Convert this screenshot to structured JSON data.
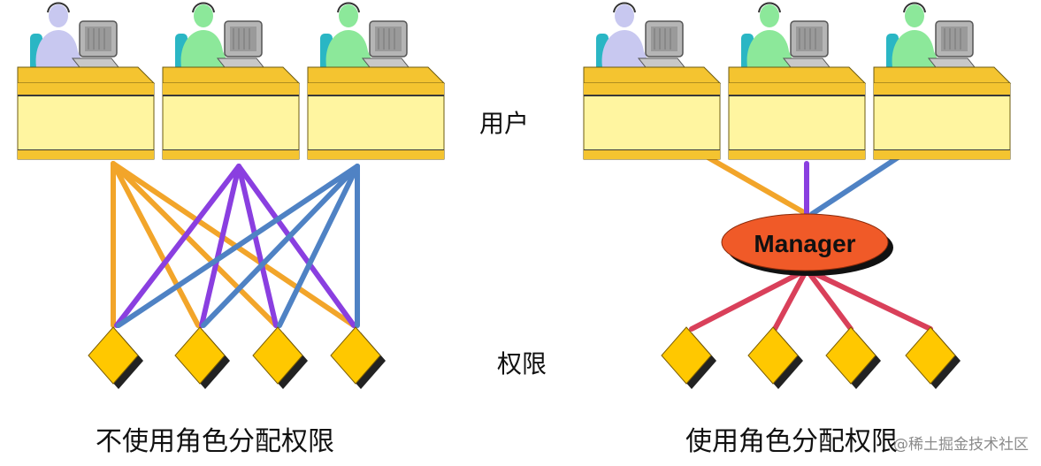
{
  "labels": {
    "users": "用户",
    "permissions": "权限",
    "without_roles": "不使用角色分配权限",
    "with_roles": "使用角色分配权限",
    "manager": "Manager",
    "watermark": "@稀土掘金技术社区"
  },
  "colors": {
    "desk_top": "#f4c430",
    "desk_front": "#fff5a0",
    "desk_dark": "#3a3a3a",
    "user_1": "#c8c8f0",
    "user_2": "#8ce89a",
    "user_3": "#8ce89a",
    "line_user_1": "#f2a52a",
    "line_user_2": "#8a3fe0",
    "line_user_3": "#4f82c4",
    "line_manager": "#d9405a",
    "manager_fill": "#f05a28",
    "permission_fill": "#ffc800"
  },
  "icons": [
    "user-workstation-icon",
    "permission-diamond-icon"
  ]
}
